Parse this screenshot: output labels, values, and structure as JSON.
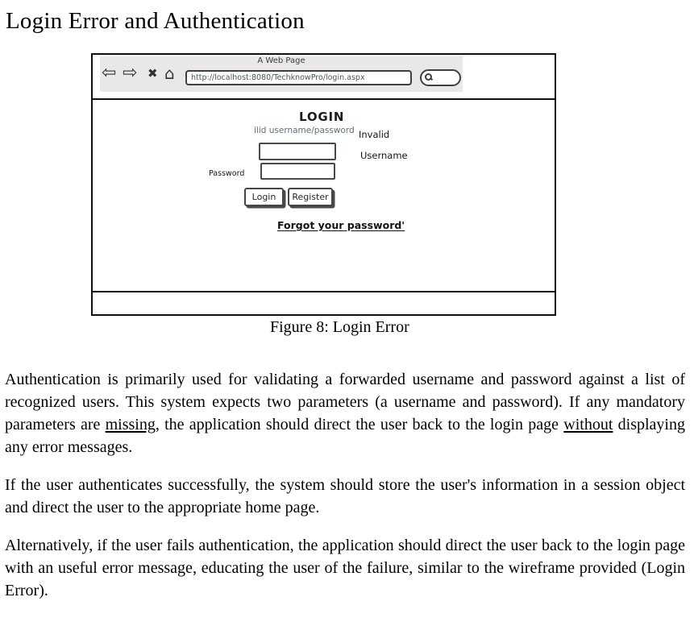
{
  "page": {
    "title": "Login Error and Authentication"
  },
  "figure": {
    "caption": "Figure 8: Login Error",
    "browser": {
      "window_title": "A Web Page",
      "url": "http://localhost:8080/TechknowPro/login.aspx",
      "icons": {
        "back": "⇦",
        "forward": "⇨",
        "stop": "✖",
        "home": "⌂"
      }
    },
    "login_form": {
      "heading": "LOGIN",
      "error_text": "ilid username/password",
      "annotation_invalid": "Invalid",
      "annotation_username": "Username",
      "password_label": "Password",
      "login_button": "Login",
      "register_button": "Register",
      "forgot_link": "Forgot your password'"
    }
  },
  "colors": {
    "chrome_background": "#e9e8e6",
    "wireframe_border": "#101010",
    "error_text": "#5d6d79"
  },
  "paragraphs": {
    "p1_segments": [
      {
        "t": "Authentication is primarily used for validating a forwarded username and password against a list of recognized users. This system expects two parameters (a username and password). If any mandatory parameters are "
      },
      {
        "t": "missing",
        "u": true
      },
      {
        "t": ", the application should direct the user back to the login page "
      },
      {
        "t": "without",
        "u": true
      },
      {
        "t": " displaying any error messages."
      }
    ],
    "p2": "If the user authenticates successfully, the system should store the user's information in a session object and direct the user to the appropriate home page.",
    "p3": "Alternatively, if the user fails authentication, the application should direct the user back to the login page with an useful error message, educating the user of the failure, similar to the wireframe provided (Login Error)."
  }
}
